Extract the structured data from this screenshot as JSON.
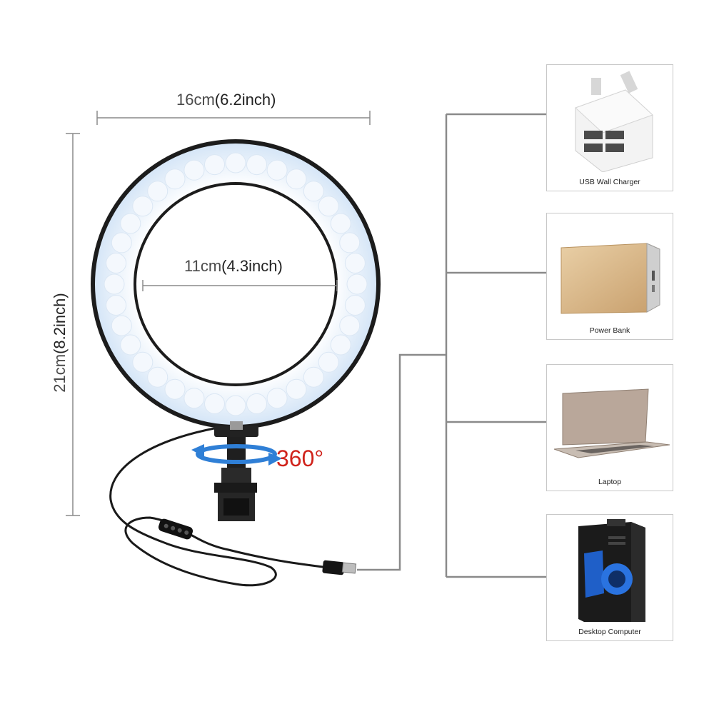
{
  "dimensions": {
    "width_cm": "16cm",
    "width_in": "(6.2inch)",
    "inner_cm": "11cm",
    "inner_in": "(4.3inch)",
    "height_cm": "21cm",
    "height_in": "(8.2inch)"
  },
  "rotation": {
    "label": "360°",
    "color": "#d0231b"
  },
  "devices": [
    {
      "caption": "USB Wall Charger",
      "icon": "usb-wall-charger-icon"
    },
    {
      "caption": "Power Bank",
      "icon": "power-bank-icon"
    },
    {
      "caption": "Laptop",
      "icon": "laptop-icon"
    },
    {
      "caption": "Desktop Computer",
      "icon": "desktop-computer-icon"
    }
  ],
  "colors": {
    "ring_light": "#e8f1fb",
    "ring_frame": "#1c1c1c",
    "connector_line": "#8a8a8a",
    "rotation_arrow": "#2f7fd6",
    "power_bank_gold": "#d9b98a"
  }
}
